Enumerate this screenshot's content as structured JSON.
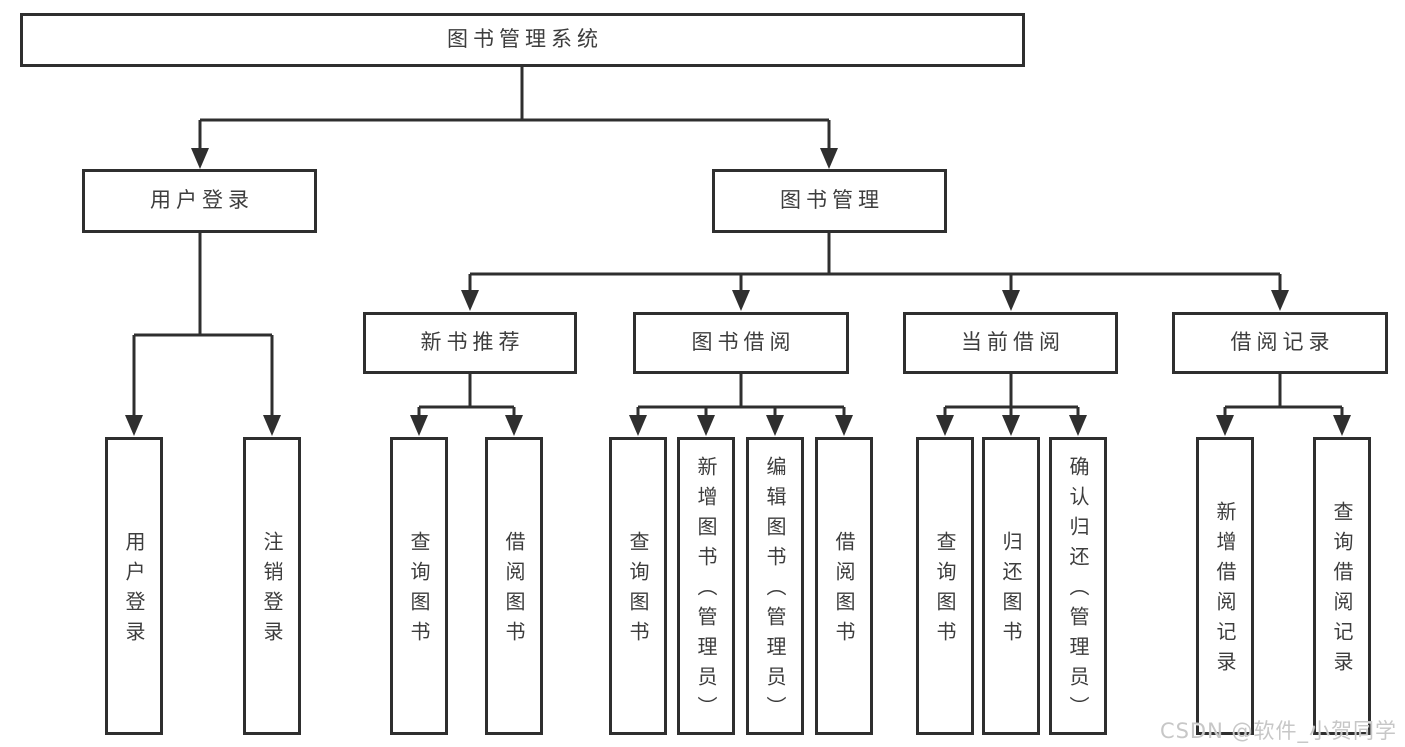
{
  "nodes": {
    "root": "图书管理系统",
    "user_login": "用户登录",
    "book_management": "图书管理",
    "new_book_recommendation": "新书推荐",
    "book_borrowing": "图书借阅",
    "current_borrowing": "当前借阅",
    "borrowing_records": "借阅记录",
    "user_login_children": [
      "用户登录",
      "注销登录"
    ],
    "new_book_children": [
      "查询图书",
      "借阅图书"
    ],
    "book_borrowing_children": [
      "查询图书",
      "新增图书（管理员）",
      "编辑图书（管理员）",
      "借阅图书"
    ],
    "current_borrowing_children": [
      "查询图书",
      "归还图书",
      "确认归还（管理员）"
    ],
    "borrowing_records_children": [
      "新增借阅记录",
      "查询借阅记录"
    ]
  },
  "watermark": "CSDN @软件_小贺同学",
  "colors": {
    "line": "#2f2f2f",
    "border": "#2f2f2f",
    "text": "#3d3d3d",
    "watermark": "#c7c7c7",
    "background": "#ffffff"
  }
}
